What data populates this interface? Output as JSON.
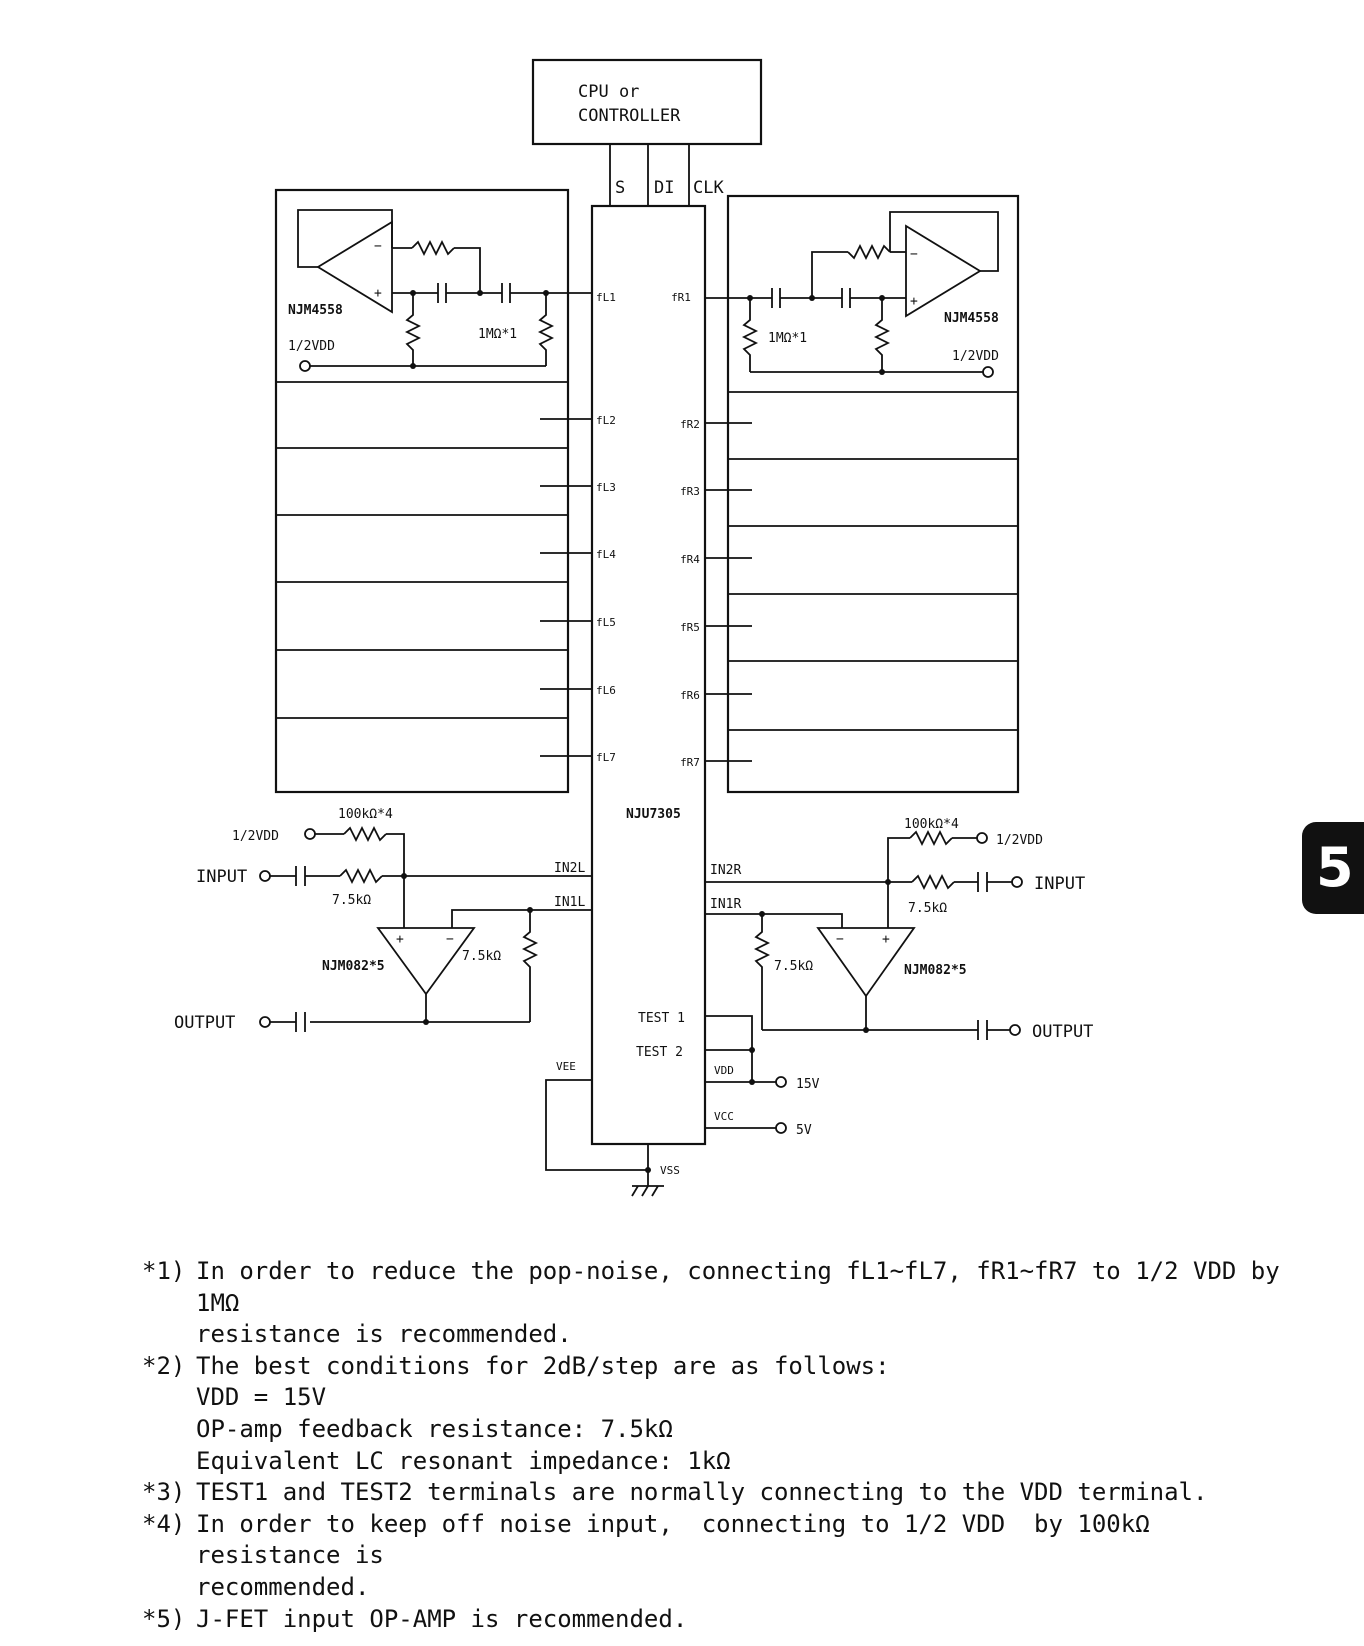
{
  "controller": {
    "line1": "CPU or",
    "line2": "CONTROLLER"
  },
  "bus": {
    "s": "S",
    "di": "DI",
    "clk": "CLK"
  },
  "ic": {
    "name": "NJU7305"
  },
  "left_pins": [
    "fL1",
    "fL2",
    "fL3",
    "fL4",
    "fL5",
    "fL6",
    "fL7"
  ],
  "right_pins": [
    "fR1",
    "fR2",
    "fR3",
    "fR4",
    "fR5",
    "fR6",
    "fR7"
  ],
  "filters": {
    "left_opamp": "NJM4558",
    "right_opamp": "NJM4558",
    "left_res": "1MΩ*1",
    "right_res": "1MΩ*1",
    "left_bias": "1/2VDD",
    "right_bias": "1/2VDD"
  },
  "input_stage": {
    "in2l": "IN2L",
    "in1l": "IN1L",
    "in2r": "IN2R",
    "in1r": "IN1R",
    "bias_res_left": "100kΩ*4",
    "bias_res_right": "100kΩ*4",
    "bias_left": "1/2VDD",
    "bias_right": "1/2VDD",
    "input_left": "INPUT",
    "input_right": "INPUT",
    "in_res_left": "7.5kΩ",
    "in_res_right": "7.5kΩ",
    "fb_res_left": "7.5kΩ",
    "fb_res_right": "7.5kΩ",
    "opamp_left": "NJM082*5",
    "opamp_right": "NJM082*5",
    "output_left": "OUTPUT",
    "output_right": "OUTPUT"
  },
  "power": {
    "test1": "TEST 1",
    "test2": "TEST 2",
    "vdd": "VDD",
    "vdd_value": "15V",
    "vcc": "VCC",
    "vcc_value": "5V",
    "vee": "VEE",
    "vss": "VSS"
  },
  "notes": [
    {
      "mark": "*1)",
      "lines": [
        "In order to reduce the pop-noise, connecting fL1~fL7, fR1~fR7 to 1/2 VDD by 1MΩ",
        "resistance is recommended."
      ]
    },
    {
      "mark": "*2)",
      "lines": [
        "The best conditions for 2dB/step are as follows:",
        "VDD = 15V",
        "OP-amp feedback resistance: 7.5kΩ",
        "Equivalent LC resonant impedance: 1kΩ"
      ]
    },
    {
      "mark": "*3)",
      "lines": [
        "TEST1 and TEST2 terminals are normally connecting to the VDD terminal."
      ]
    },
    {
      "mark": "*4)",
      "lines": [
        "In order to keep off noise input,  connecting to 1/2 VDD  by 100kΩ  resistance is",
        "recommended."
      ]
    },
    {
      "mark": "*5)",
      "lines": [
        "J-FET input OP-AMP is recommended."
      ]
    }
  ],
  "section_tab": "5"
}
